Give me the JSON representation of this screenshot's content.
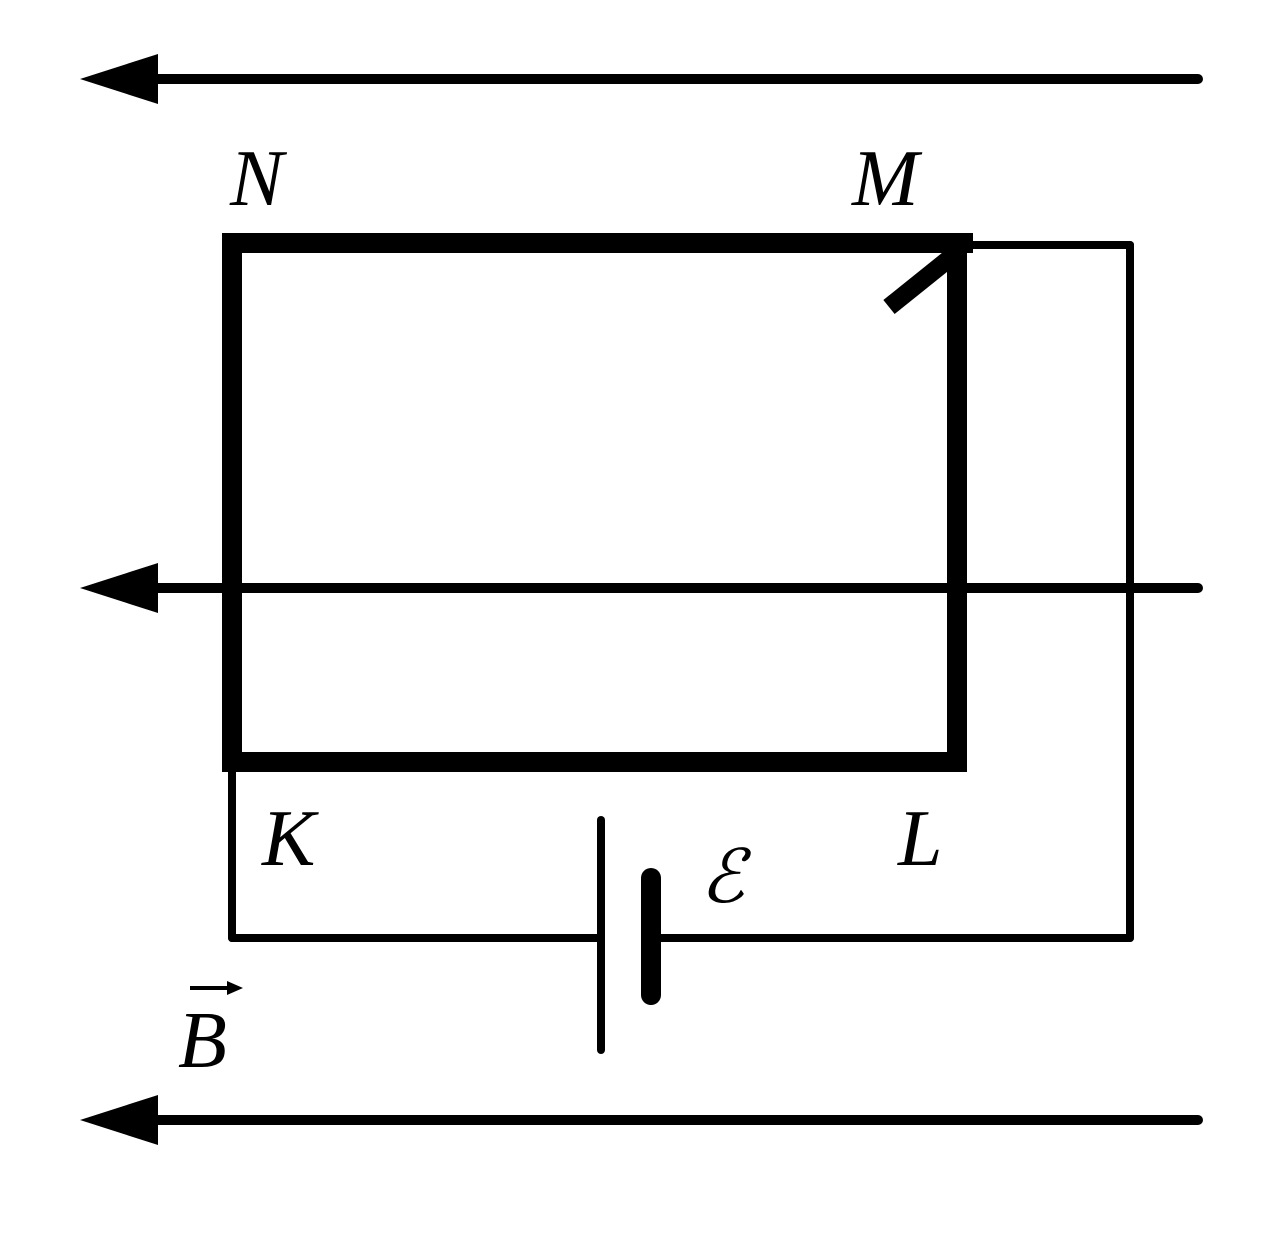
{
  "labels": {
    "N": "N",
    "M": "M",
    "K": "K",
    "L": "L",
    "emf": "ℰ",
    "field": "B"
  },
  "colors": {
    "stroke": "#000000",
    "background": "#ffffff"
  }
}
